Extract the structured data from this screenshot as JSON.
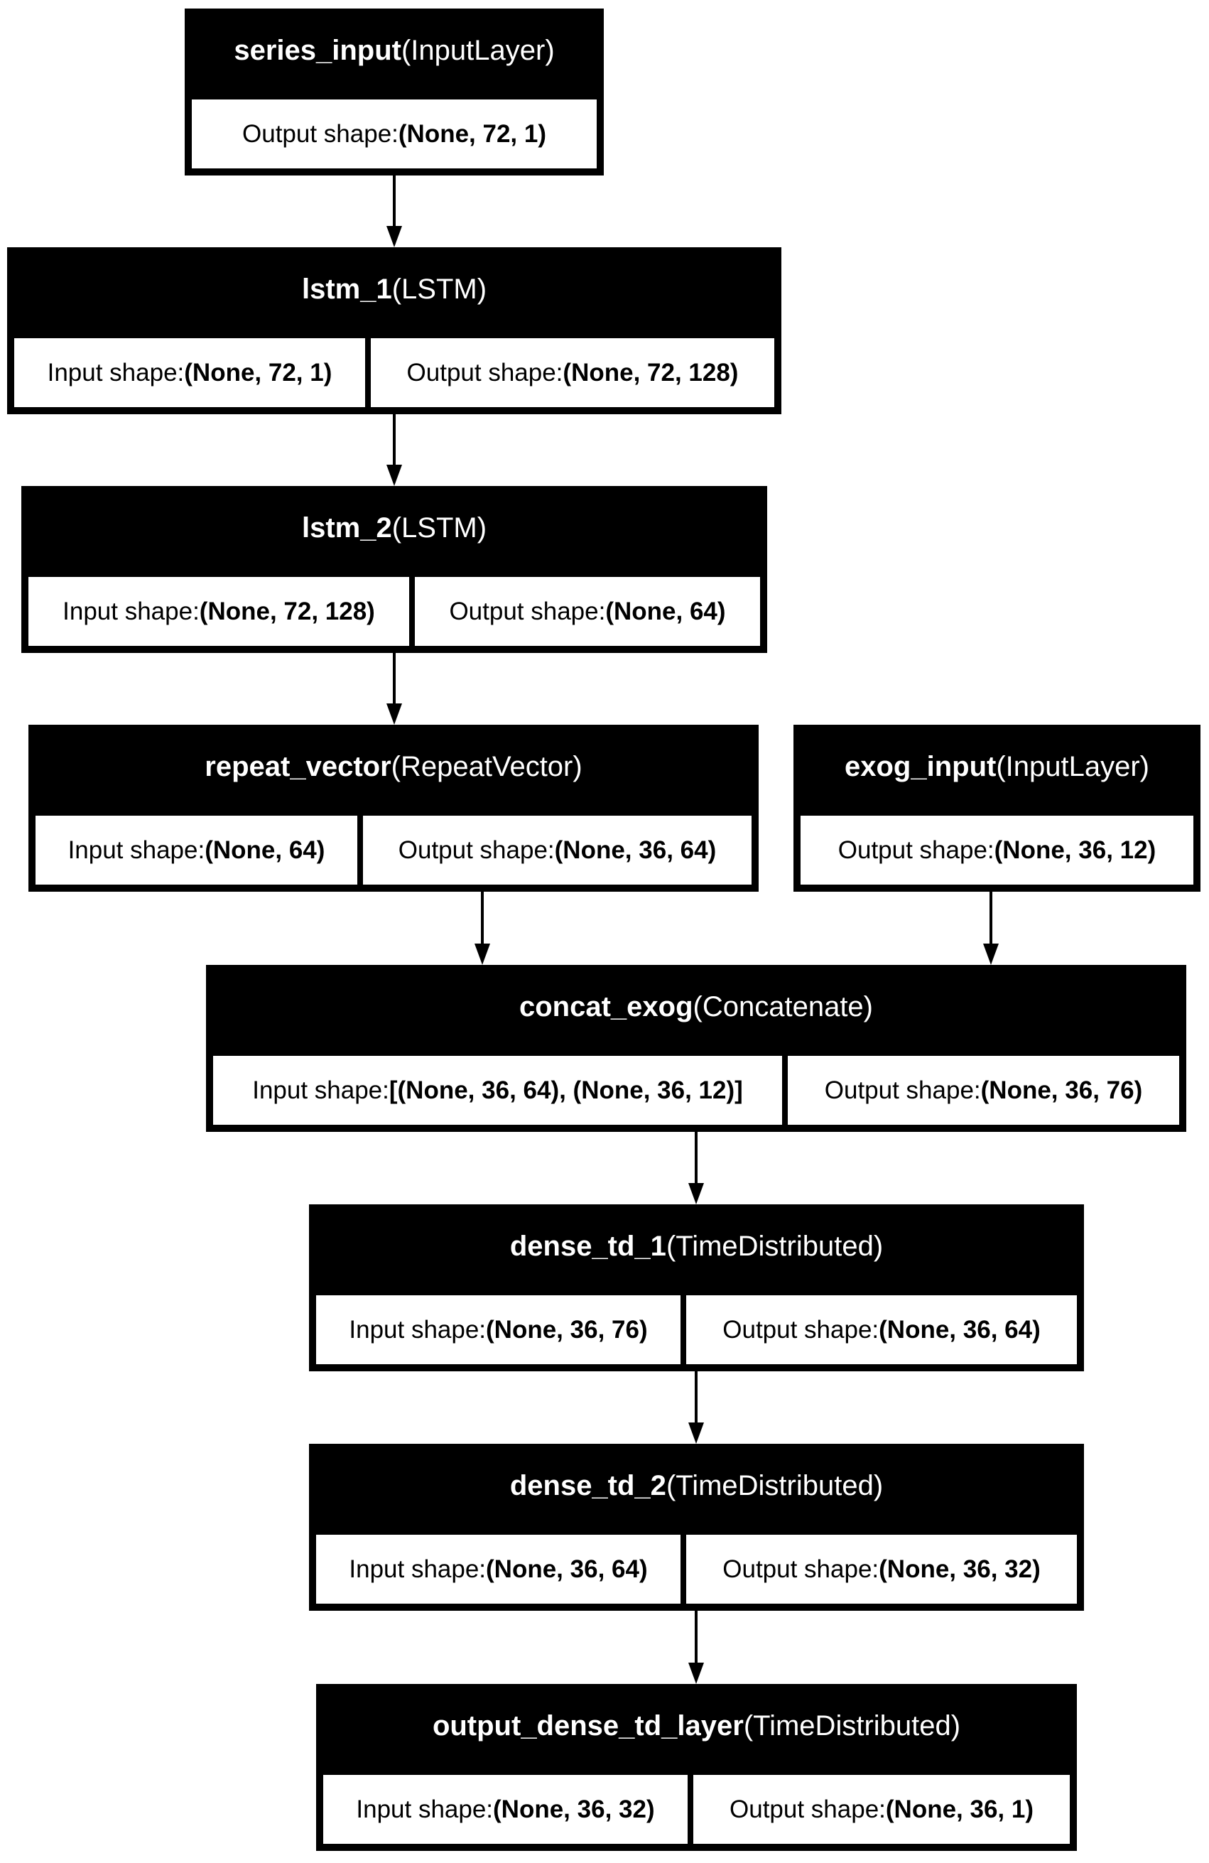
{
  "nodes": [
    {
      "id": "series_input",
      "name": "series_input",
      "type": "(InputLayer)",
      "input_shape": null,
      "output_shape": "(None, 72, 1)"
    },
    {
      "id": "lstm_1",
      "name": "lstm_1",
      "type": "(LSTM)",
      "input_shape": "(None, 72, 1)",
      "output_shape": "(None, 72, 128)"
    },
    {
      "id": "lstm_2",
      "name": "lstm_2",
      "type": "(LSTM)",
      "input_shape": "(None, 72, 128)",
      "output_shape": "(None, 64)"
    },
    {
      "id": "repeat_vector",
      "name": "repeat_vector",
      "type": "(RepeatVector)",
      "input_shape": "(None, 64)",
      "output_shape": "(None, 36, 64)"
    },
    {
      "id": "exog_input",
      "name": "exog_input",
      "type": "(InputLayer)",
      "input_shape": null,
      "output_shape": "(None, 36, 12)"
    },
    {
      "id": "concat_exog",
      "name": "concat_exog",
      "type": "(Concatenate)",
      "input_shape": "[(None, 36, 64), (None, 36, 12)]",
      "output_shape": "(None, 36, 76)"
    },
    {
      "id": "dense_td_1",
      "name": "dense_td_1",
      "type": "(TimeDistributed)",
      "input_shape": "(None, 36, 76)",
      "output_shape": "(None, 36, 64)"
    },
    {
      "id": "dense_td_2",
      "name": "dense_td_2",
      "type": "(TimeDistributed)",
      "input_shape": "(None, 36, 64)",
      "output_shape": "(None, 36, 32)"
    },
    {
      "id": "output_dense_td_layer",
      "name": "output_dense_td_layer",
      "type": "(TimeDistributed)",
      "input_shape": "(None, 36, 32)",
      "output_shape": "(None, 36, 1)"
    }
  ],
  "edges": [
    {
      "from": "series_input",
      "to": "lstm_1"
    },
    {
      "from": "lstm_1",
      "to": "lstm_2"
    },
    {
      "from": "lstm_2",
      "to": "repeat_vector"
    },
    {
      "from": "repeat_vector",
      "to": "concat_exog"
    },
    {
      "from": "exog_input",
      "to": "concat_exog"
    },
    {
      "from": "concat_exog",
      "to": "dense_td_1"
    },
    {
      "from": "dense_td_1",
      "to": "dense_td_2"
    },
    {
      "from": "dense_td_2",
      "to": "output_dense_td_layer"
    }
  ],
  "labels": {
    "input_prefix": "Input shape: ",
    "output_prefix": "Output shape: "
  }
}
